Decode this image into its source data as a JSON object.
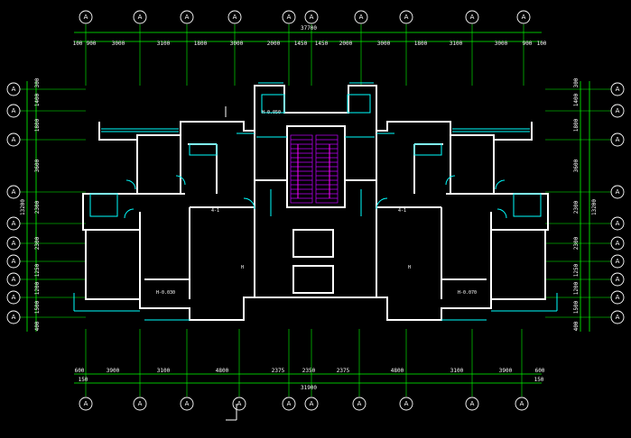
{
  "axis_bubble_label": "A",
  "top_overall": "37700",
  "bottom_overall": "31900",
  "left_overall": "13200",
  "right_overall": "13200",
  "top_dims": [
    "100",
    "900",
    "3000",
    "3100",
    "1800",
    "3000",
    "2000",
    "1450",
    "1450",
    "2000",
    "3000",
    "1800",
    "3100",
    "3000",
    "900",
    "100"
  ],
  "bottom_dims": [
    "600",
    "3900",
    "3100",
    "4800",
    "2375",
    "2350",
    "2375",
    "4800",
    "3100",
    "3900",
    "600"
  ],
  "bottom_edge_dims": [
    "150",
    "150"
  ],
  "left_dims": [
    "300",
    "1400",
    "1800",
    "3600",
    "2300",
    "2300",
    "1250",
    "1200",
    "1500",
    "400"
  ],
  "right_dims": [
    "300",
    "1400",
    "1800",
    "3600",
    "2300",
    "2300",
    "1250",
    "1200",
    "1500",
    "400"
  ],
  "level_labels": [
    "H-0.050",
    "H-0.030",
    "H-0.070",
    "H"
  ],
  "room_labels": [
    "4-1",
    "4-1"
  ],
  "colors": {
    "background": "#000000",
    "axis": "#00ff00",
    "wall": "#ffffff",
    "window": "#00ffff",
    "accent": "#ff00ff",
    "stair": "#c000ff",
    "text": "#ffffff"
  }
}
